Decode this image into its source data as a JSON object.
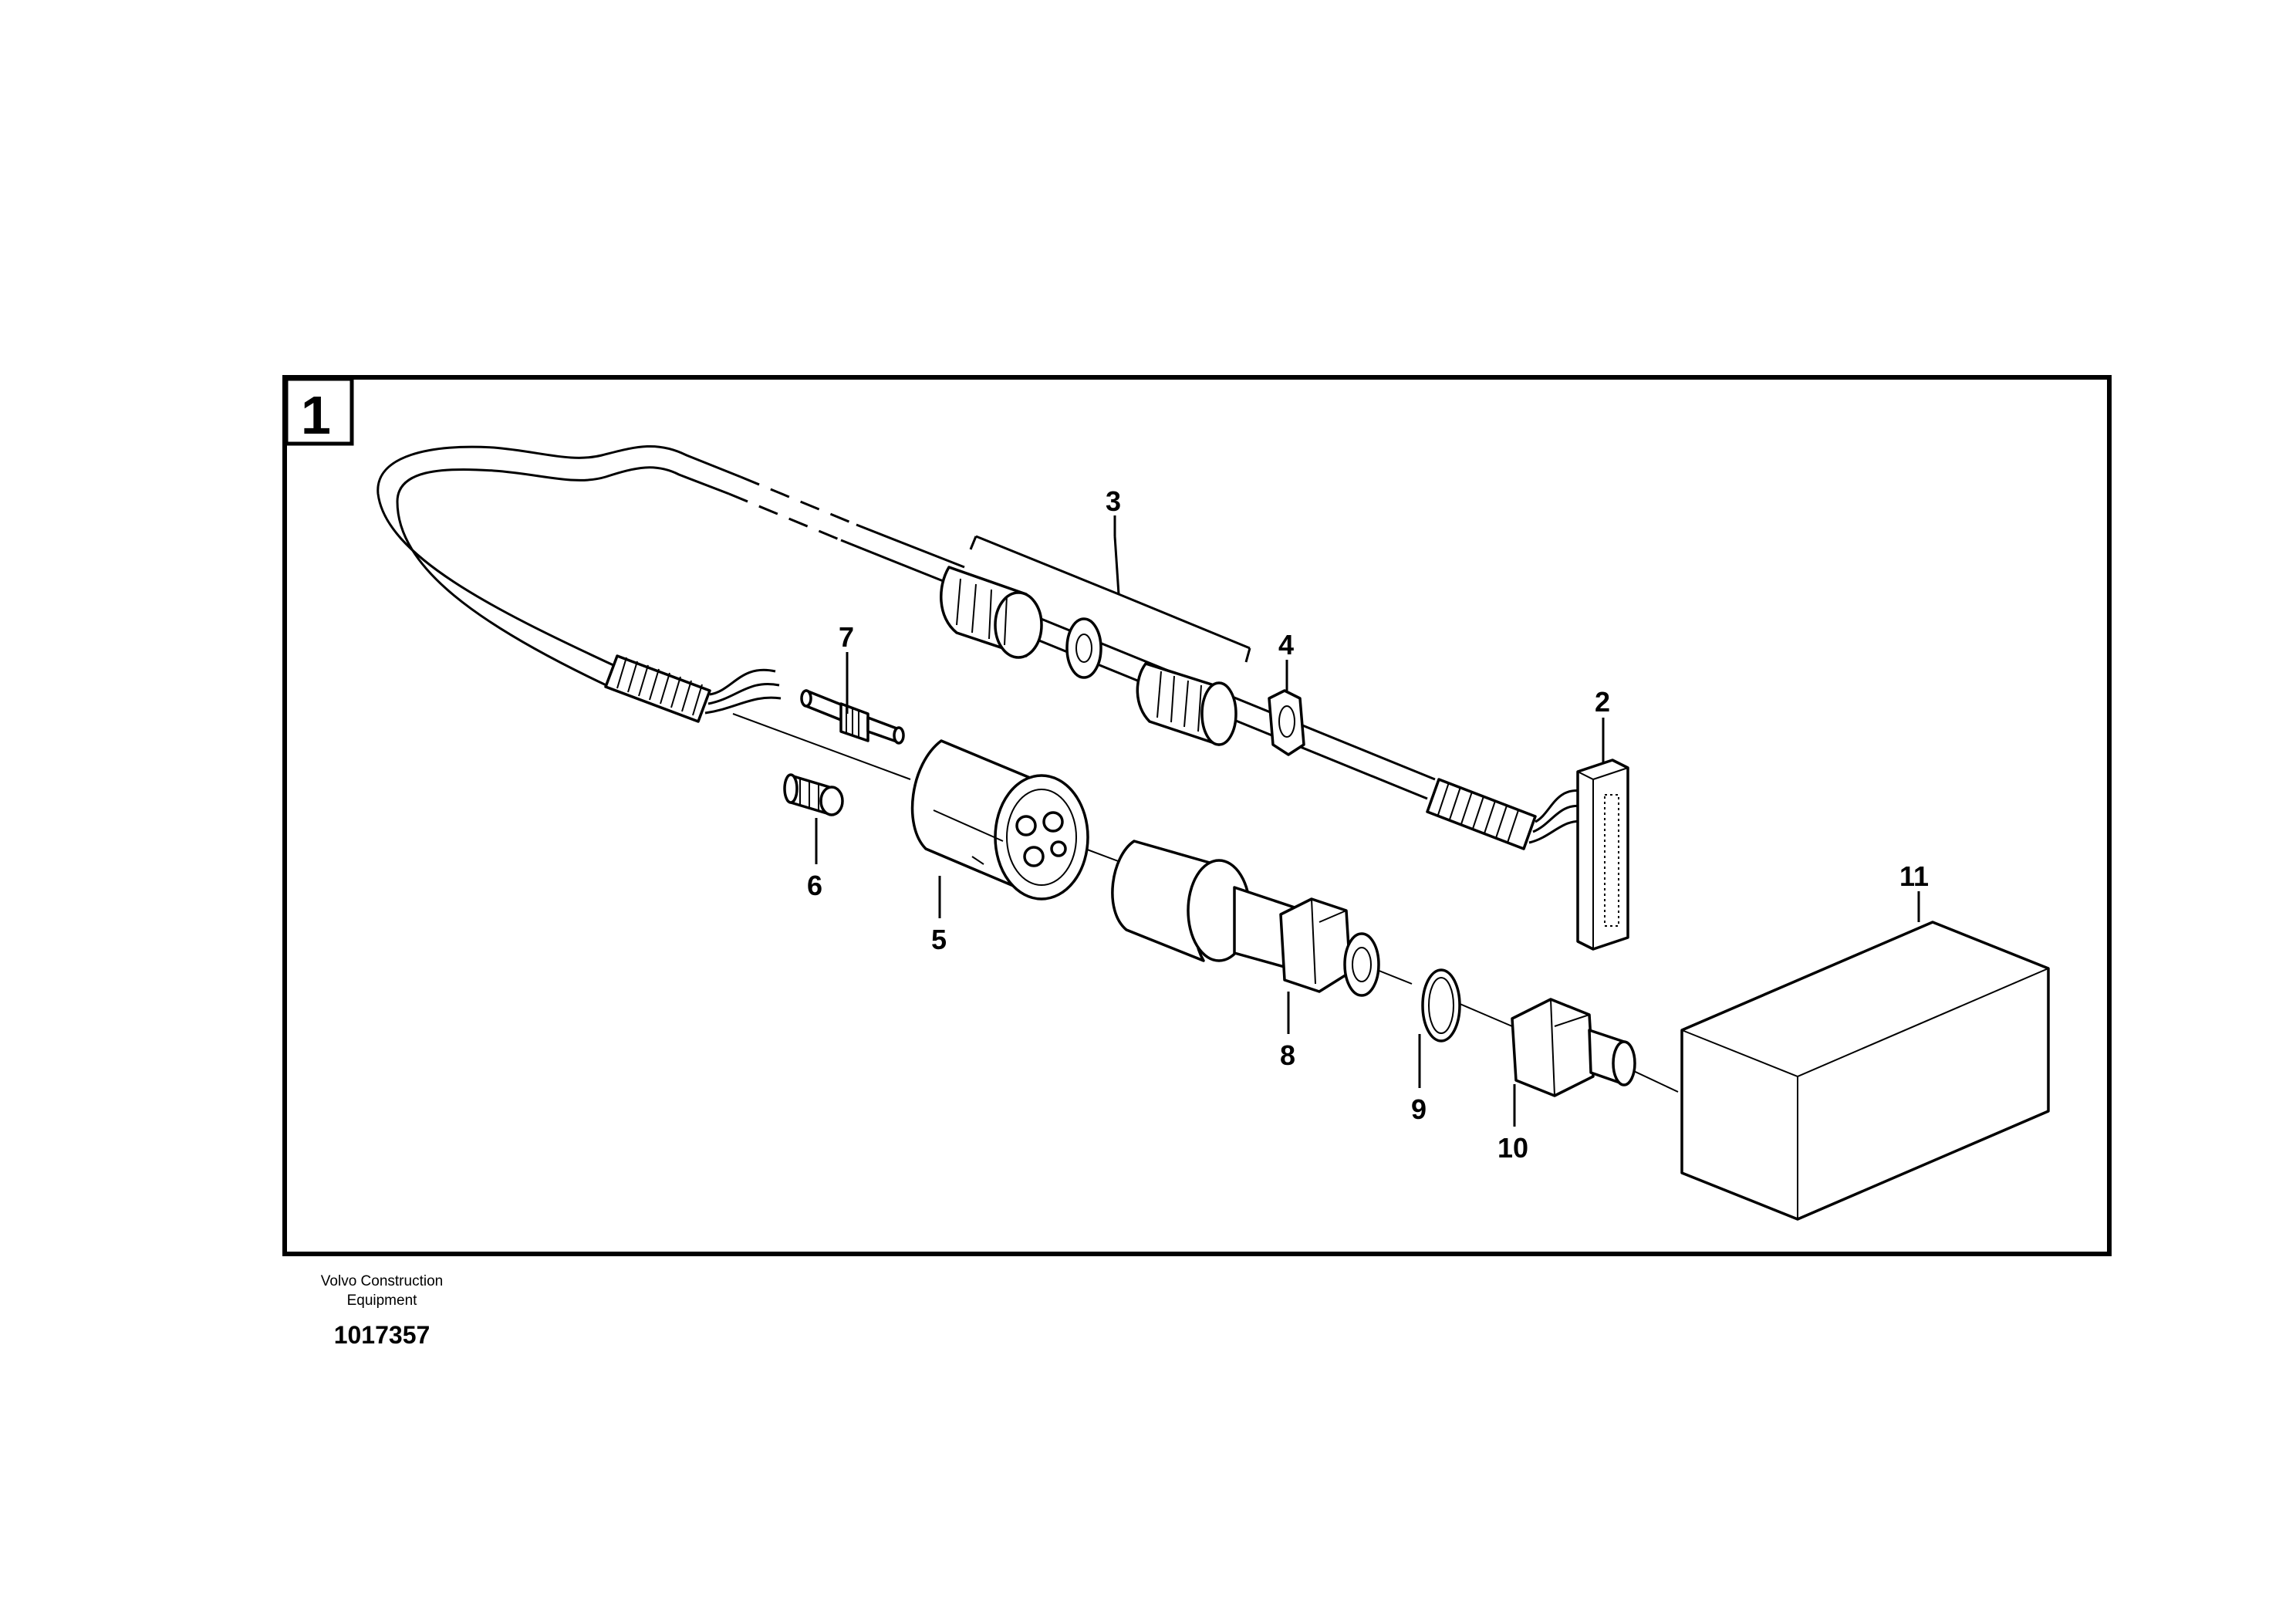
{
  "section_label": "1",
  "callouts": [
    {
      "id": "c3",
      "text": "3"
    },
    {
      "id": "c4",
      "text": "4"
    },
    {
      "id": "c7",
      "text": "7"
    },
    {
      "id": "c2",
      "text": "2"
    },
    {
      "id": "c11",
      "text": "11"
    },
    {
      "id": "c6",
      "text": "6"
    },
    {
      "id": "c5",
      "text": "5"
    },
    {
      "id": "c8",
      "text": "8"
    },
    {
      "id": "c9",
      "text": "9"
    },
    {
      "id": "c10",
      "text": "10"
    }
  ],
  "footer": {
    "brand_line1": "Volvo Construction",
    "brand_line2": "Equipment",
    "drawing_number": "1017357"
  }
}
